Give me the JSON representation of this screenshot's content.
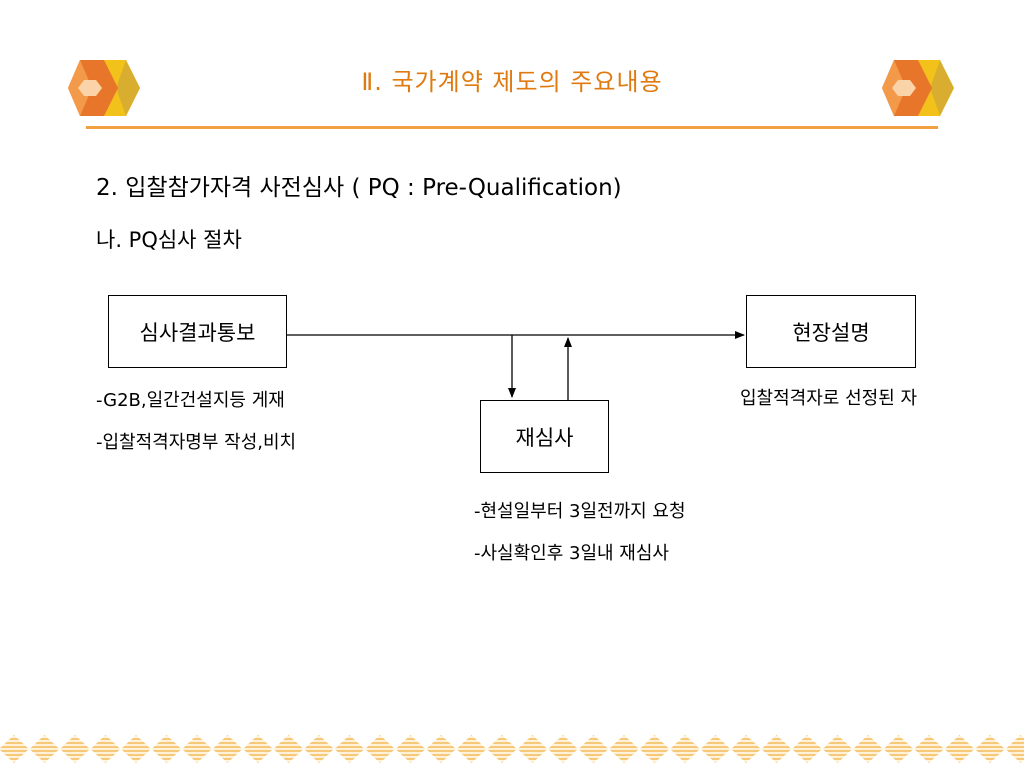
{
  "header": {
    "title": "Ⅱ. 국가계약 제도의 주요내용",
    "accent_color": "#e07a10",
    "logo_colors": [
      "#e8762a",
      "#f2c21a",
      "#c8a040"
    ]
  },
  "section": {
    "title": "2. 입찰참가자격 사전심사 ( PQ : Pre-Qualification)",
    "subtitle": "나. PQ심사 절차"
  },
  "diagram": {
    "nodes": {
      "notify": "심사결과통보",
      "site": "현장설명",
      "review": "재심사"
    },
    "notes": {
      "notify": [
        "-G2B,일간건설지등 게재",
        "-입찰적격자명부 작성,비치"
      ],
      "site": [
        "입찰적격자로 선정된 자"
      ],
      "review": [
        "-현설일부터 3일전까지 요청",
        "-사실확인후 3일내 재심사"
      ]
    }
  }
}
